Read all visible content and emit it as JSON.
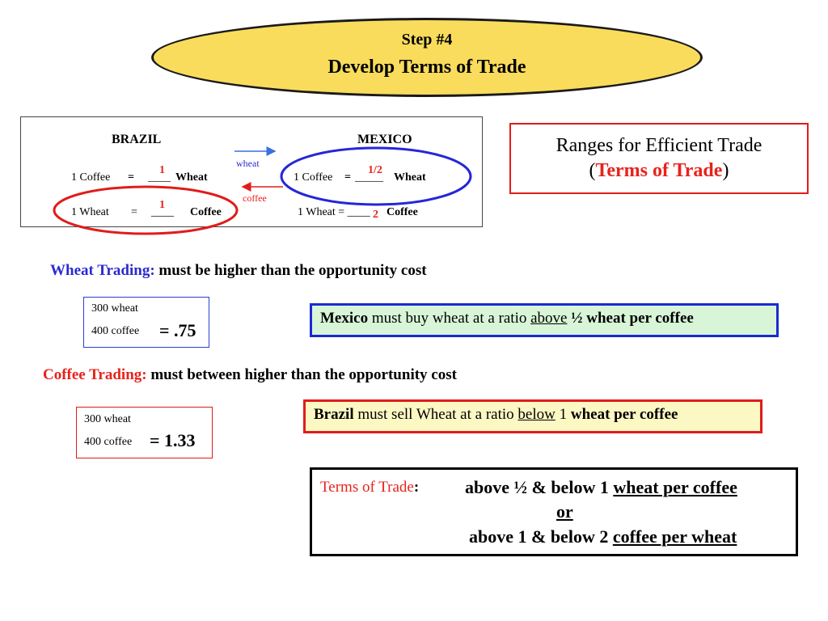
{
  "title": {
    "step": "Step #4",
    "main": "Develop Terms of Trade"
  },
  "comparison": {
    "brazil_label": "BRAZIL",
    "mexico_label": "MEXICO",
    "arrow_wheat_label": "wheat",
    "arrow_coffee_label": "coffee",
    "brazil_row1": {
      "left": "1 Coffee",
      "eq": "=",
      "blank": "____",
      "answer": "1",
      "unit": "Wheat"
    },
    "brazil_row2": {
      "left": "1 Wheat",
      "eq": "=",
      "blank": "____",
      "answer": "1",
      "unit": "Coffee"
    },
    "mexico_row1": {
      "left": "1 Coffee",
      "eq": "=",
      "blank": "_____",
      "answer": "1/2",
      "unit": "Wheat"
    },
    "mexico_row2": {
      "left": "1 Wheat = ____",
      "answer": "2",
      "unit": "Coffee"
    }
  },
  "ranges": {
    "line1": "Ranges for Efficient Trade",
    "open": "(",
    "highlight": "Terms of Trade",
    "close": ")"
  },
  "wheat_trading": {
    "label": "Wheat Trading:",
    "text": "must be higher than the opportunity cost",
    "calc": {
      "line1": "300 wheat",
      "line2": "400 coffee",
      "result": "= .75"
    },
    "note": {
      "subject": "Mexico",
      "text": "must buy wheat at a ratio",
      "keyword": "above",
      "rest": "½ wheat per coffee"
    }
  },
  "coffee_trading": {
    "label": "Coffee Trading:",
    "text": "must between higher than the opportunity cost",
    "calc": {
      "line1": "300 wheat",
      "line2": "400 coffee",
      "result": "= 1.33"
    },
    "note": {
      "subject": "Brazil",
      "text": "must sell Wheat at a ratio",
      "keyword": "below",
      "rest_num": "1",
      "rest": "wheat per coffee"
    }
  },
  "terms_of_trade": {
    "label": "Terms of Trade",
    "colon": ":",
    "line1_text": "above ½ & below 1",
    "line1_unit": "wheat per coffee",
    "or_text": "or",
    "line2_text": "above 1 & below 2",
    "line2_unit": "coffee per wheat"
  },
  "colors": {
    "title_fill": "#f9dc5c",
    "red": "#e8221b",
    "blue": "#2b2bd0",
    "wheat_note_fill": "#d8f5d8",
    "coffee_note_fill": "#fcf8c4"
  }
}
